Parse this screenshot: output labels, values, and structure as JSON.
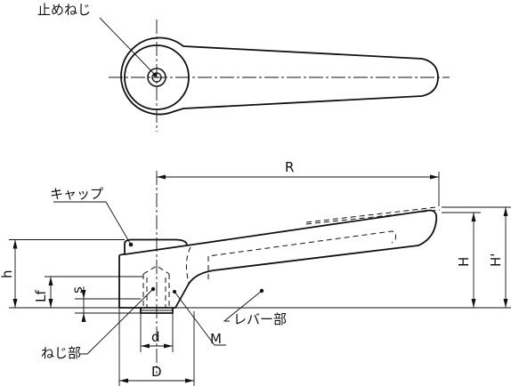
{
  "labels": {
    "set_screw": "止めねじ",
    "cap": "キャップ",
    "lever": "レバー部",
    "thread": "ねじ部"
  },
  "dimensions": {
    "R": "R",
    "H": "H",
    "H_prime": "H'",
    "h": "h",
    "Lf": "Lf",
    "s": "s",
    "d": "d",
    "D": "D",
    "M": "M"
  }
}
